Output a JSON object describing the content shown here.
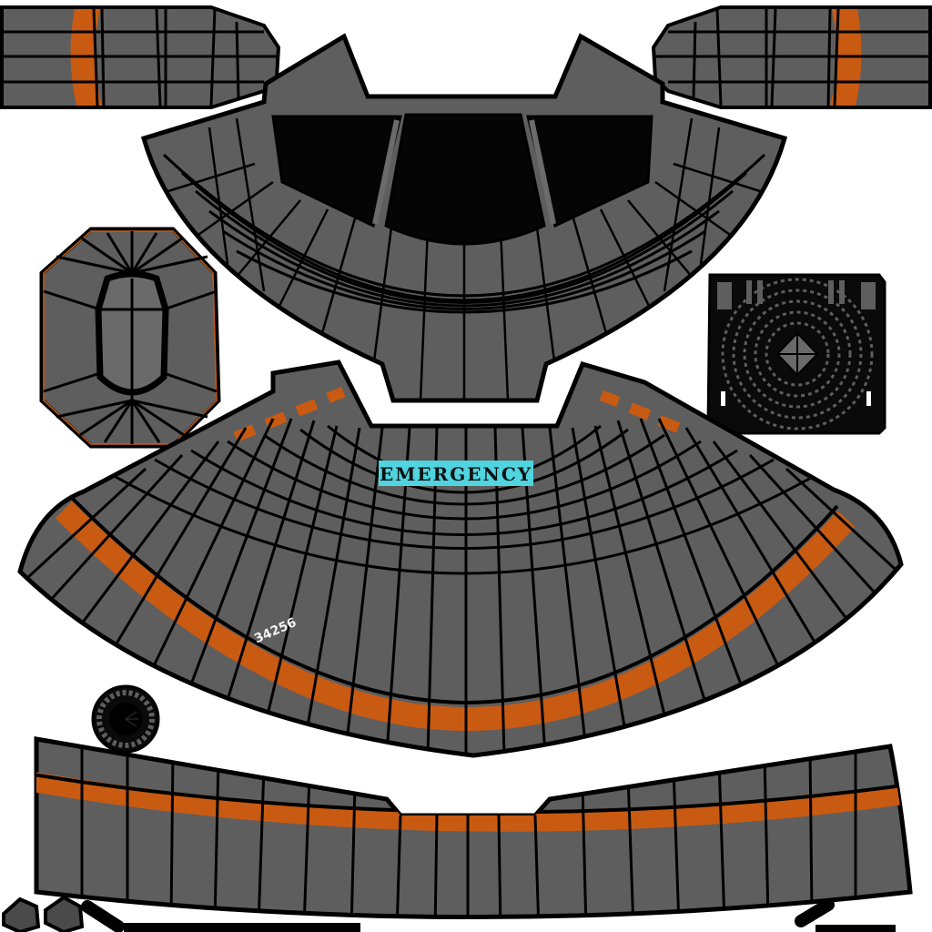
{
  "atlas": {
    "description": "UV texture atlas of a mechanical pod / capsule model",
    "background": "#ffffff",
    "colors": {
      "panel_gray": "#5e5e5e",
      "panel_gray_light": "#6b6b6b",
      "seam_black": "#000000",
      "stripe_orange": "#c85a12",
      "decal_cyan": "#4fd4e0",
      "decal_text": "#111111",
      "number_text": "#f2f2f2"
    }
  },
  "decals": {
    "emergency": "EMERGENCY",
    "serial": "34256"
  },
  "islands": [
    {
      "id": "left-cylinder",
      "label": "Left arm cylinder"
    },
    {
      "id": "right-cylinder",
      "label": "Right arm cylinder"
    },
    {
      "id": "top-shell",
      "label": "Upper dome shell"
    },
    {
      "id": "side-pod",
      "label": "Oval end cap"
    },
    {
      "id": "vent-plate",
      "label": "Square vent plate"
    },
    {
      "id": "main-skirt",
      "label": "Main skirt with stripe"
    },
    {
      "id": "wheel",
      "label": "Small round grille"
    },
    {
      "id": "bottom-band",
      "label": "Lower band strip"
    },
    {
      "id": "small-parts",
      "label": "Small bolt pieces"
    }
  ]
}
